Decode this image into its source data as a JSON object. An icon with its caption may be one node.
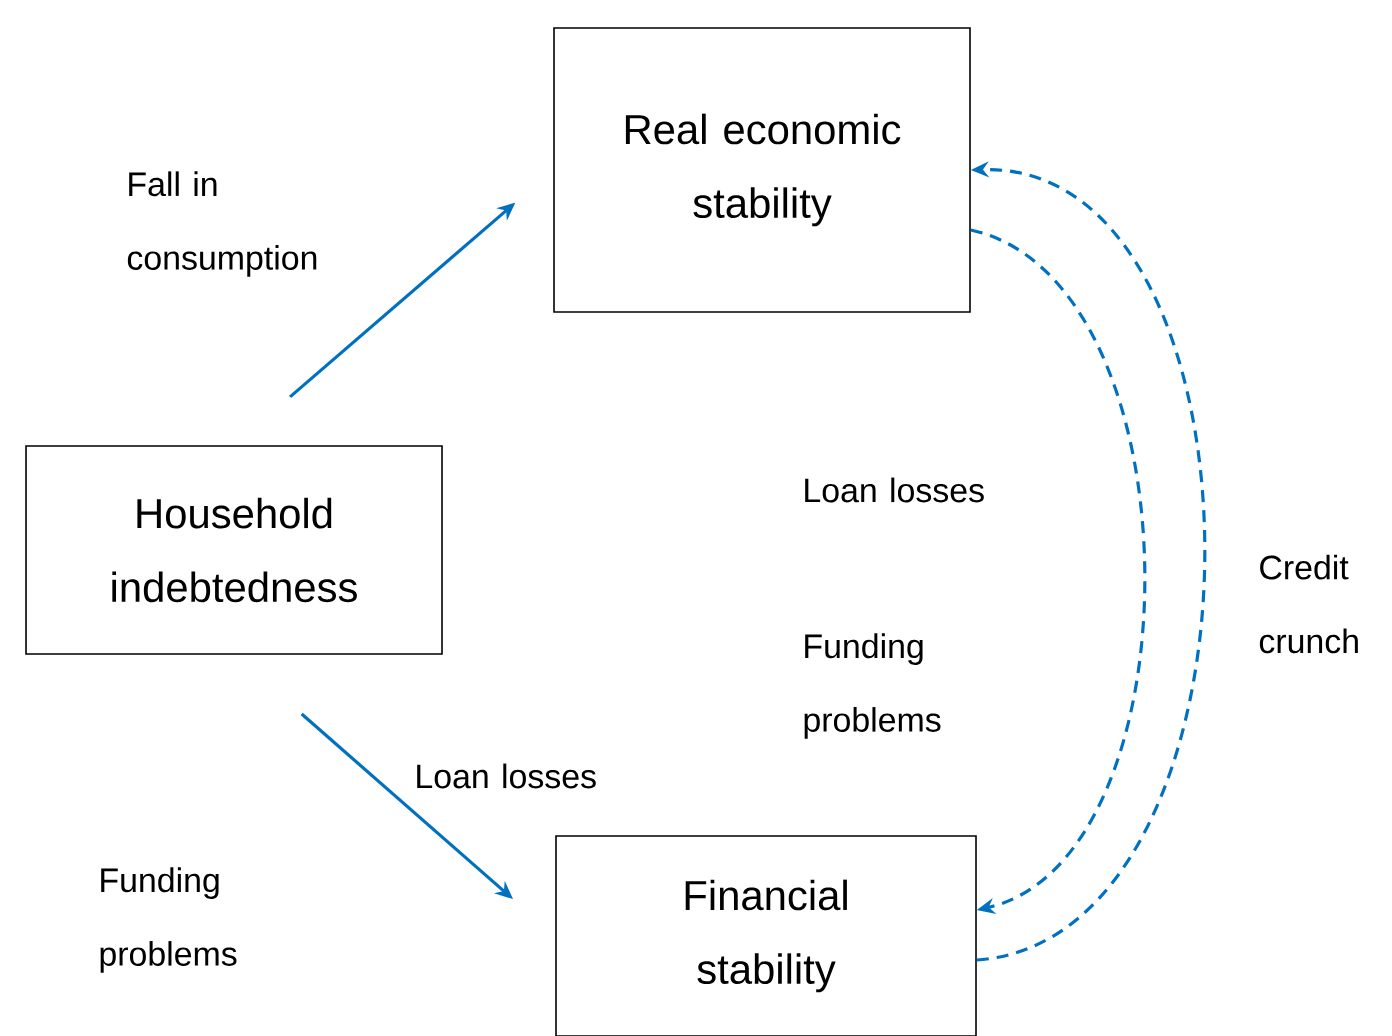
{
  "diagram": {
    "nodes": [
      {
        "text": [
          "Real economic stability"
        ]
      },
      {
        "text": [
          "Household indebtedness"
        ]
      },
      {
        "text": [
          "Financial stability"
        ]
      }
    ],
    "edges": [
      {
        "from": 1,
        "to": 0,
        "arrow": "to",
        "label": "Fall in consumption"
      },
      {
        "from": 1,
        "to": 2,
        "arrow": "to",
        "label": "Loan losses"
      },
      {
        "from": 0,
        "to": 2,
        "arrow": "to",
        "style": "dashed",
        "label": "Loan losses"
      },
      {
        "from": 2,
        "to": 0,
        "arrow": "to",
        "style": "dashed",
        "label": "Credit crunch"
      }
    ],
    "labels": [
      "Funding problems",
      "Funding problems"
    ]
  }
}
